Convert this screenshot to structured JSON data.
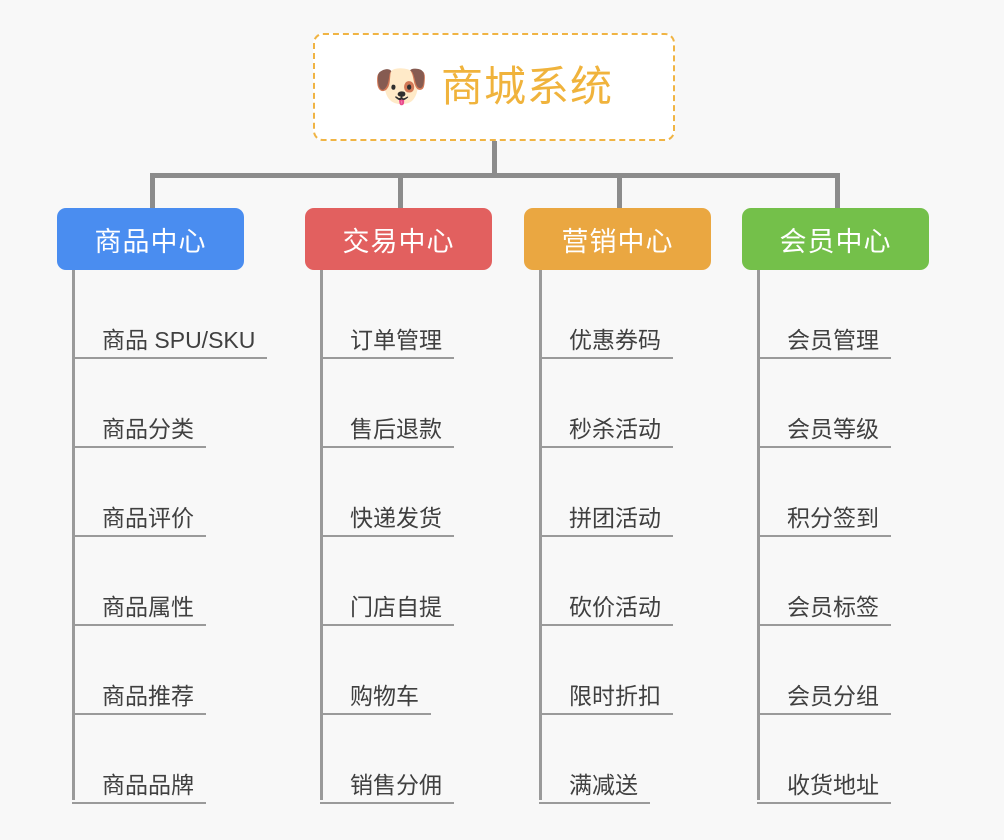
{
  "root": {
    "title": "商城系统",
    "icon": "dog-face-icon",
    "icon_glyph": "🐶",
    "color": "#f0b33c",
    "border_color": "#f0b444"
  },
  "background_color": "#f8f8f8",
  "connector_color": "#8c8c8c",
  "branches": [
    {
      "label": "商品中心",
      "color": "#4a8df0",
      "items": [
        "商品 SPU/SKU",
        "商品分类",
        "商品评价",
        "商品属性",
        "商品推荐",
        "商品品牌"
      ]
    },
    {
      "label": "交易中心",
      "color": "#e2605f",
      "items": [
        "订单管理",
        "售后退款",
        "快递发货",
        "门店自提",
        "购物车",
        "销售分佣"
      ]
    },
    {
      "label": "营销中心",
      "color": "#eaa741",
      "items": [
        "优惠券码",
        "秒杀活动",
        "拼团活动",
        "砍价活动",
        "限时折扣",
        "满减送"
      ]
    },
    {
      "label": "会员中心",
      "color": "#74c04a",
      "items": [
        "会员管理",
        "会员等级",
        "积分签到",
        "会员标签",
        "会员分组",
        "收货地址"
      ]
    }
  ]
}
